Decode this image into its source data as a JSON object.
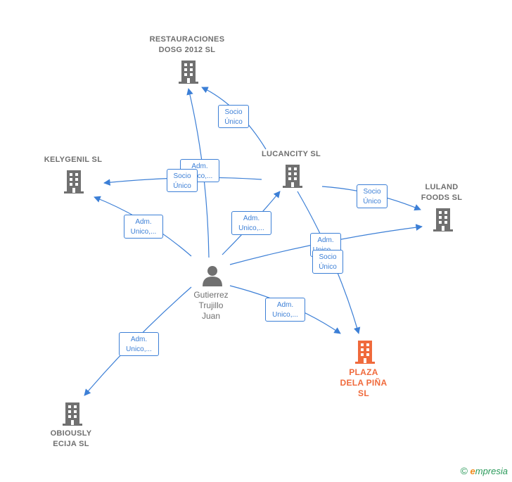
{
  "nodes": {
    "restauraciones": {
      "label": "RESTAURACIONES\nDOSG 2012 SL"
    },
    "lucancity": {
      "label": "LUCANCITY  SL"
    },
    "kelygenil": {
      "label": "KELYGENIL  SL"
    },
    "luland": {
      "label": "LULAND\nFOODS SL"
    },
    "plaza": {
      "label": "PLAZA\nDELA PIÑA\nSL"
    },
    "obiously": {
      "label": "OBIOUSLY\nECIJA  SL"
    },
    "person": {
      "label": "Gutierrez\nTrujillo\nJuan"
    }
  },
  "edges": {
    "socio_rest": "Socio\nÚnico",
    "adm_rest": "Adm.\nUnico,...",
    "socio_kely": "Socio\nÚnico",
    "adm_kely": "Adm.\nUnico,...",
    "adm_luc": "Adm.\nUnico,...",
    "socio_luland": "Socio\nÚnico",
    "adm_luland": "Adm.\nUnico,...",
    "socio_plaza": "Socio\nÚnico",
    "adm_plaza": "Adm.\nUnico,...",
    "adm_obiously": "Adm.\nUnico,..."
  },
  "footer": {
    "symbol": "©",
    "brand_initial": "e",
    "brand_rest": "mpresia"
  },
  "colors": {
    "edge": "#3c7fd6",
    "building": "#707070",
    "focus_building": "#f06a3c"
  },
  "icons": [
    "building-icon",
    "person-icon",
    "copyright-icon"
  ]
}
